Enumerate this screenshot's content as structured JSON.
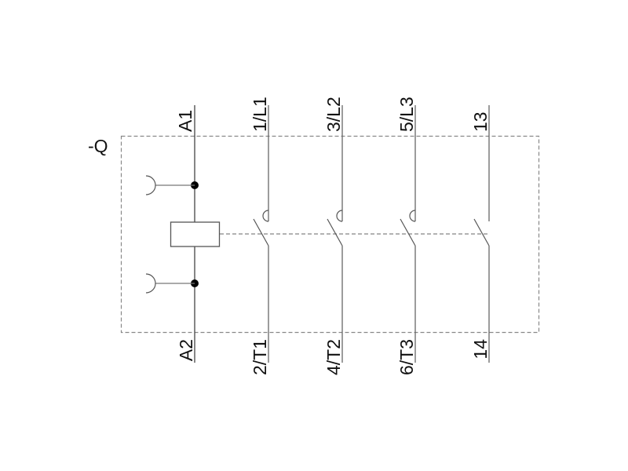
{
  "device_label": "-Q",
  "coil": {
    "top_terminal": "A1",
    "bottom_terminal": "A2"
  },
  "contacts": [
    {
      "top": "1/L1",
      "bottom": "2/T1",
      "type": "main"
    },
    {
      "top": "3/L2",
      "bottom": "4/T2",
      "type": "main"
    },
    {
      "top": "5/L3",
      "bottom": "6/T3",
      "type": "main"
    },
    {
      "top": "13",
      "bottom": "14",
      "type": "auxiliary"
    }
  ],
  "colors": {
    "line": "#555555",
    "dash": "#777777",
    "text": "#111111"
  }
}
